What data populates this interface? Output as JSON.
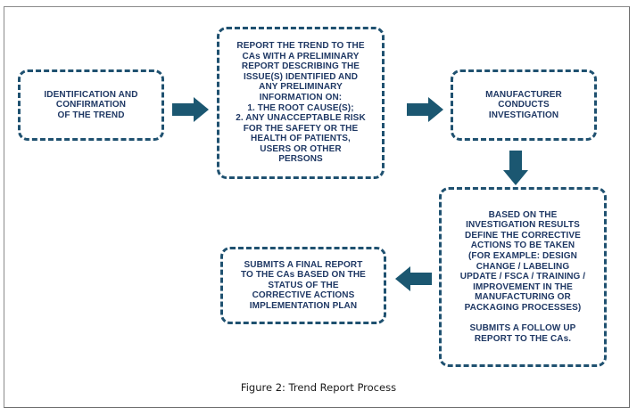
{
  "figure": {
    "caption": "Figure 2: Trend Report Process",
    "colors": {
      "node_border": "#1f5170",
      "node_text": "#1f3864",
      "arrow_fill": "#1b5771",
      "frame_border": "#8a8a8a",
      "background": "#ffffff"
    }
  },
  "nodes": [
    {
      "id": "identification",
      "name": "identification-and-confirmation",
      "text": "IDENTIFICATION AND\nCONFIRMATION\nOF THE TREND"
    },
    {
      "id": "report_trend",
      "name": "report-the-trend-to-cas",
      "text": "REPORT THE TREND TO THE\nCAs WITH A PRELIMINARY\nREPORT DESCRIBING THE\nISSUE(S) IDENTIFIED AND\nANY PRELIMINARY\nINFORMATION ON:\n1. THE ROOT CAUSE(S);\n2. ANY UNACCEPTABLE RISK\nFOR THE SAFETY OR THE\nHEALTH OF PATIENTS,\nUSERS OR OTHER\nPERSONS"
    },
    {
      "id": "investigation",
      "name": "manufacturer-conducts-investigation",
      "text": "MANUFACTURER\nCONDUCTS\nINVESTIGATION"
    },
    {
      "id": "corrective",
      "name": "define-corrective-actions",
      "text": "BASED ON THE\nINVESTIGATION RESULTS\nDEFINE THE CORRECTIVE\nACTIONS TO BE TAKEN\n(FOR EXAMPLE: DESIGN\nCHANGE / LABELING\nUPDATE / FSCA / TRAINING /\nIMPROVEMENT IN THE\nMANUFACTURING OR\nPACKAGING PROCESSES)\n\nSUBMITS A FOLLOW UP\nREPORT TO THE CAs."
    },
    {
      "id": "final_report",
      "name": "submits-final-report",
      "text": "SUBMITS A FINAL REPORT\nTO THE CAs BASED ON THE\nSTATUS OF THE\nCORRECTIVE ACTIONS\nIMPLEMENTATION PLAN"
    }
  ],
  "arrows": [
    {
      "id": "a1",
      "icon": "arrow-right-icon",
      "direction": "right",
      "from": "identification",
      "to": "report_trend"
    },
    {
      "id": "a2",
      "icon": "arrow-right-icon",
      "direction": "right",
      "from": "report_trend",
      "to": "investigation"
    },
    {
      "id": "a3",
      "icon": "arrow-down-icon",
      "direction": "down",
      "from": "investigation",
      "to": "corrective"
    },
    {
      "id": "a4",
      "icon": "arrow-left-icon",
      "direction": "left",
      "from": "corrective",
      "to": "final_report"
    }
  ]
}
